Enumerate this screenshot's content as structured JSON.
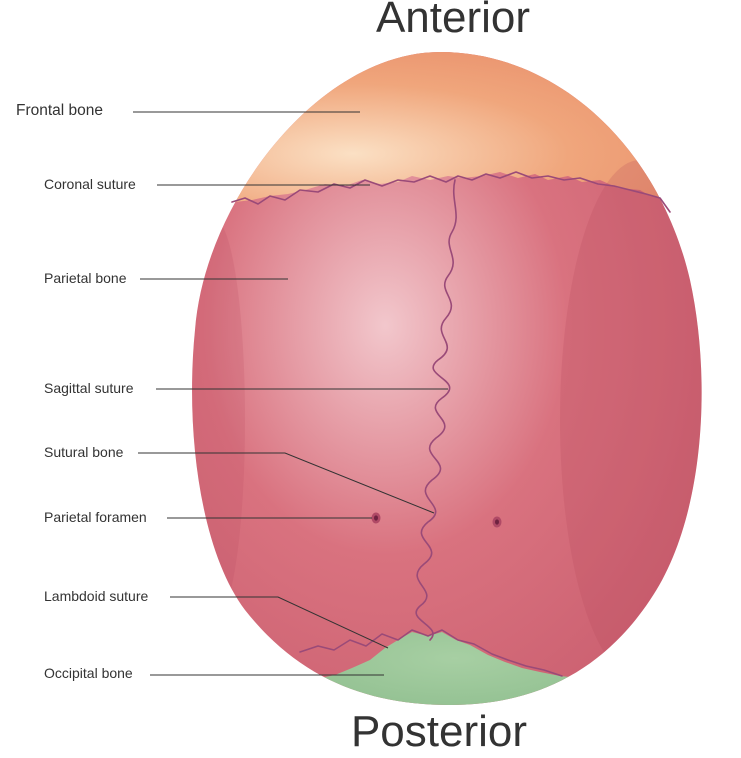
{
  "orientation": {
    "top": "Anterior",
    "bottom": "Posterior"
  },
  "labels": [
    {
      "id": "frontal-bone",
      "text": "Frontal bone"
    },
    {
      "id": "coronal-suture",
      "text": "Coronal suture"
    },
    {
      "id": "parietal-bone",
      "text": "Parietal bone"
    },
    {
      "id": "sagittal-suture",
      "text": "Sagittal suture"
    },
    {
      "id": "sutural-bone",
      "text": "Sutural bone"
    },
    {
      "id": "parietal-foramen",
      "text": "Parietal foramen"
    },
    {
      "id": "lambdoid-suture",
      "text": "Lambdoid suture"
    },
    {
      "id": "occipital-bone",
      "text": "Occipital bone"
    }
  ],
  "colors": {
    "frontal": "#f0a67c",
    "frontal_highlight": "#fbe0c4",
    "parietal": "#d9727f",
    "parietal_highlight": "#f2c7cc",
    "occipital": "#8cbc8c",
    "suture": "#9a4a78",
    "leader": "#333333",
    "text": "#333333"
  }
}
